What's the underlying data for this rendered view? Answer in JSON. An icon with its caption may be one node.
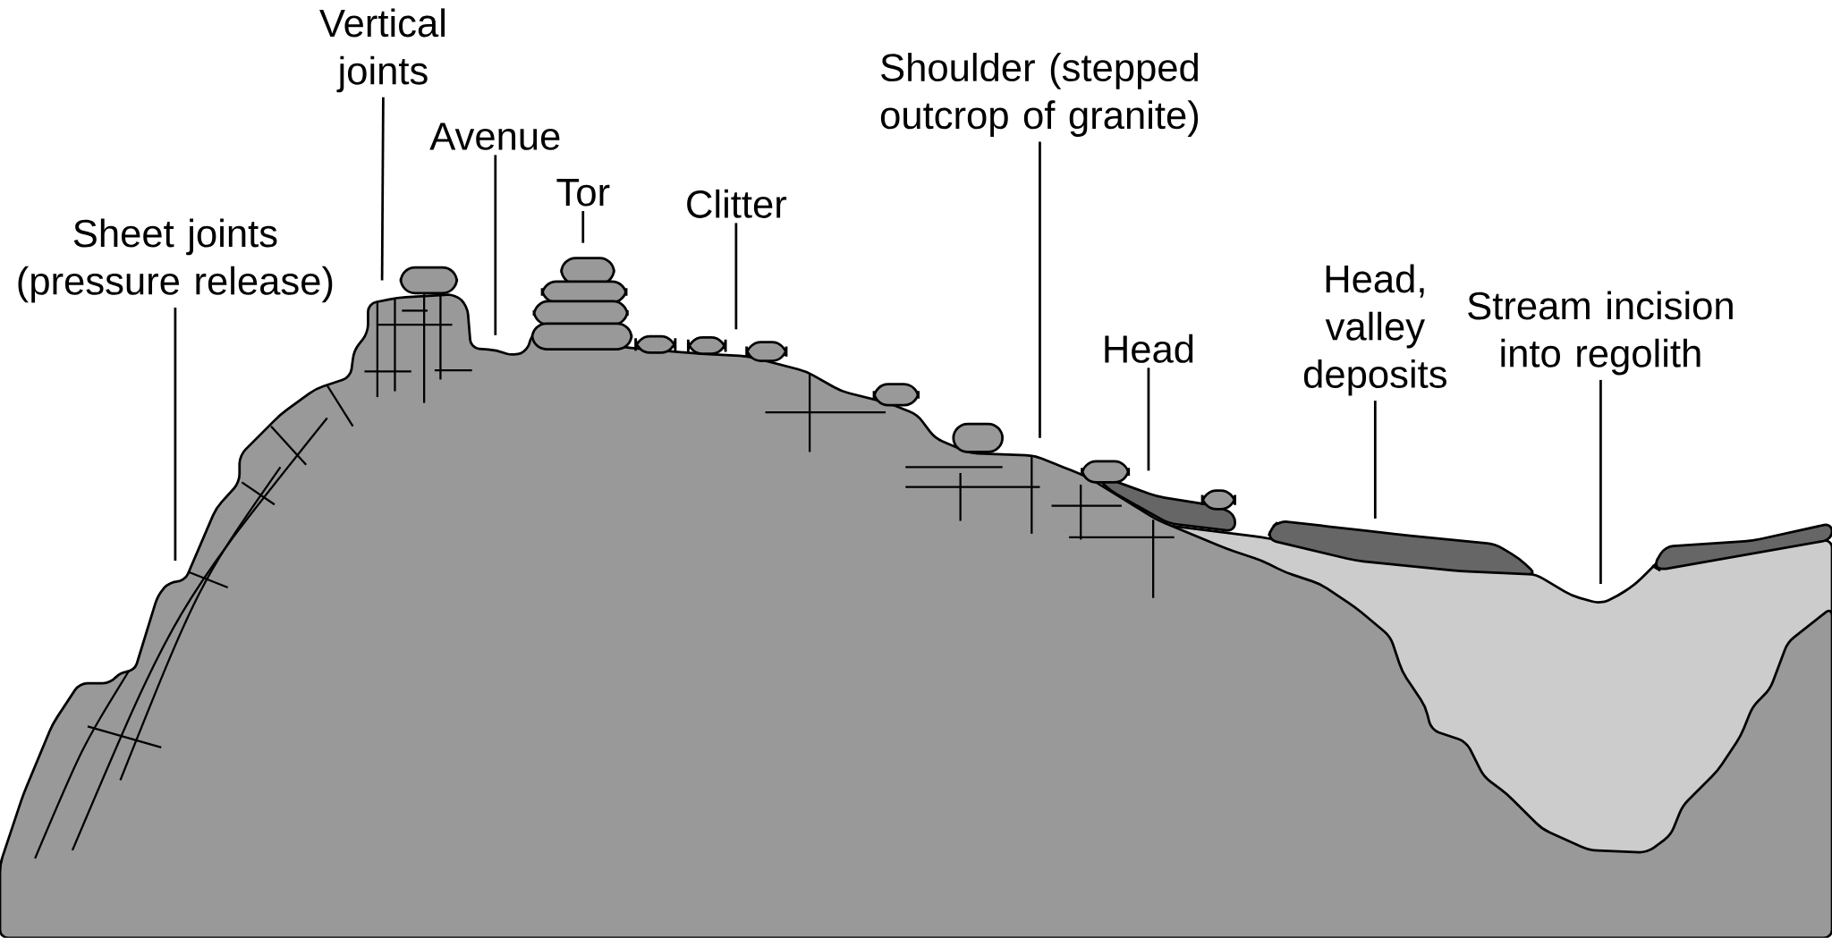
{
  "diagram": {
    "nodes": [
      {
        "text": [
          "Sheet joints (pressure release)"
        ]
      },
      {
        "text": [
          "Vertical joints"
        ]
      },
      {
        "text": [
          "Avenue"
        ]
      },
      {
        "text": [
          "Tor"
        ]
      },
      {
        "text": [
          "Clitter"
        ]
      },
      {
        "text": [
          "Shoulder (stepped outcrop of granite)"
        ]
      },
      {
        "text": [
          "Head"
        ]
      },
      {
        "text": [
          "Head, valley deposits"
        ]
      },
      {
        "text": [
          "Stream incision into regolith"
        ]
      }
    ],
    "edges": [
      {
        "from": 0,
        "to": null,
        "arrow": "none"
      },
      {
        "from": 1,
        "to": null,
        "arrow": "none"
      },
      {
        "from": 2,
        "to": null,
        "arrow": "none"
      },
      {
        "from": 3,
        "to": null,
        "arrow": "none"
      },
      {
        "from": 4,
        "to": null,
        "arrow": "none"
      },
      {
        "from": 5,
        "to": null,
        "arrow": "none"
      },
      {
        "from": 6,
        "to": null,
        "arrow": "none"
      },
      {
        "from": 7,
        "to": null,
        "arrow": "none"
      },
      {
        "from": 8,
        "to": null,
        "arrow": "none"
      }
    ]
  }
}
